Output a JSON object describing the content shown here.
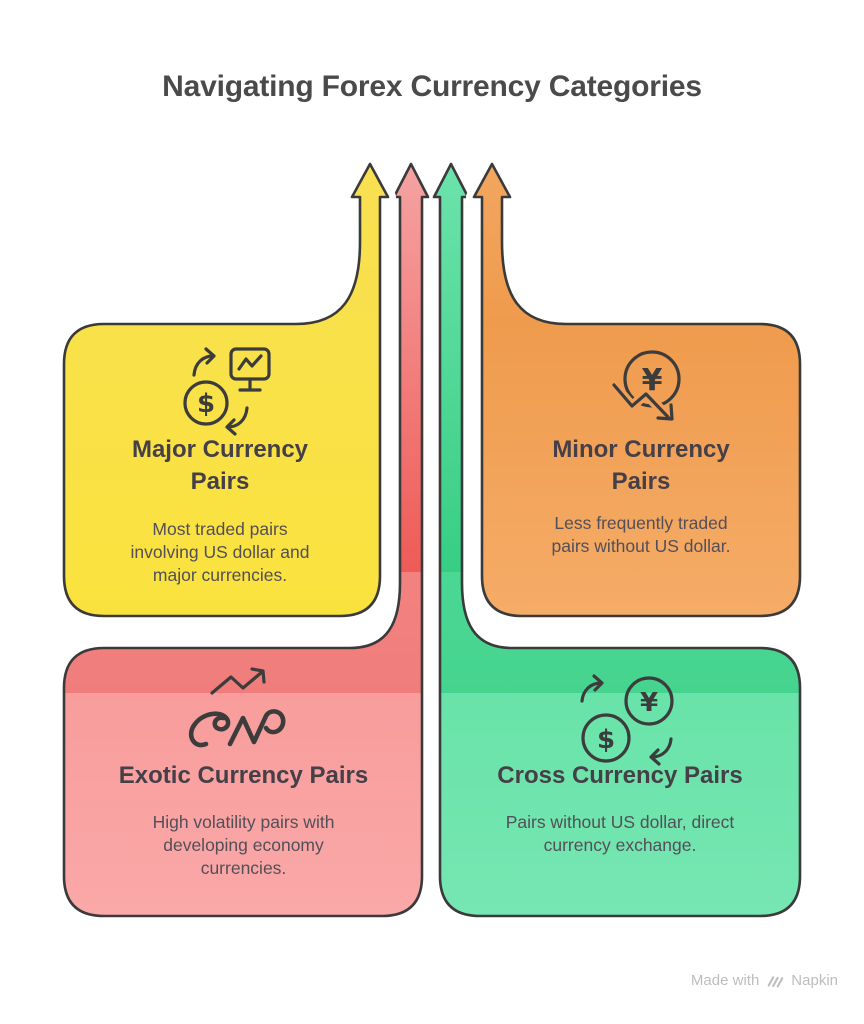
{
  "title": "Navigating Forex Currency Categories",
  "cards": {
    "major": {
      "title": "Major Currency Pairs",
      "title_lines": [
        "Major Currency",
        "Pairs"
      ],
      "description": "Most traded pairs involving US dollar and major currencies.",
      "description_lines": [
        "Most traded pairs",
        "involving US dollar and",
        "major currencies."
      ],
      "color": "#F9E041",
      "icon": "dollar-monitor-exchange-icon"
    },
    "minor": {
      "title": "Minor Currency Pairs",
      "title_lines": [
        "Minor Currency",
        "Pairs"
      ],
      "description": "Less frequently traded pairs without US dollar.",
      "description_lines": [
        "Less frequently traded",
        "pairs without US dollar."
      ],
      "color": "#F1A159",
      "icon": "yen-decline-icon"
    },
    "exotic": {
      "title": "Exotic Currency Pairs",
      "title_lines": [
        "Exotic Currency Pairs"
      ],
      "description": "High volatility pairs with developing economy currencies.",
      "description_lines": [
        "High volatility pairs with",
        "developing economy",
        "currencies."
      ],
      "color": "#F28A88",
      "icon": "scribble-trend-up-icon"
    },
    "cross": {
      "title": "Cross Currency Pairs",
      "title_lines": [
        "Cross Currency Pairs"
      ],
      "description": "Pairs without US dollar, direct currency exchange.",
      "description_lines": [
        "Pairs without US dollar, direct",
        "currency exchange."
      ],
      "color": "#4BD794",
      "icon": "dollar-yen-exchange-icon"
    }
  },
  "glyphs": {
    "dollar": "$",
    "yen": "¥"
  },
  "colors": {
    "outline": "#3A3A3A",
    "title_text": "#4A4A4A",
    "card_title_text": "#453F48",
    "card_body_text": "#534F58",
    "yellow": "#F9E041",
    "orange": "#F1A159",
    "red": "#F28A88",
    "green": "#4BD794",
    "footer_text": "#BDBDBD"
  },
  "footer": {
    "made_with": "Made with",
    "brand": "Napkin"
  }
}
